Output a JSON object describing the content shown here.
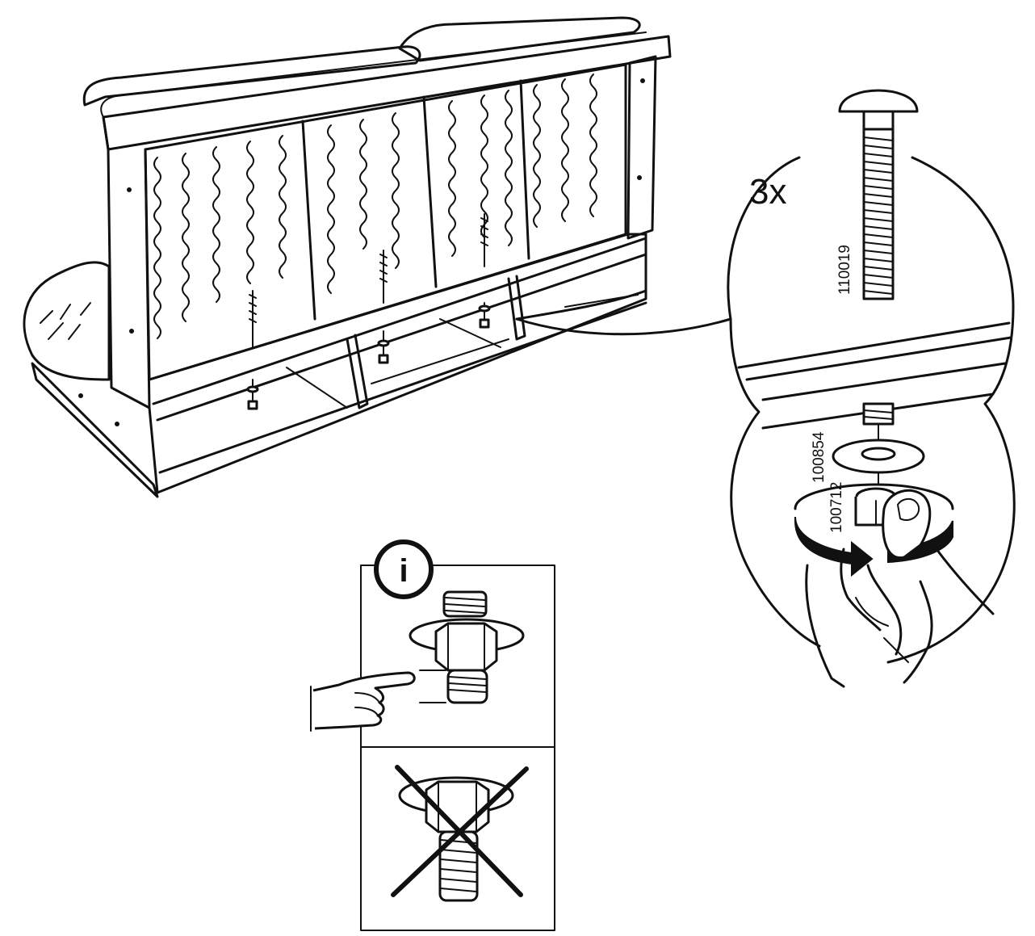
{
  "callout": {
    "quantity": "3x",
    "parts": {
      "bolt": "110019",
      "washer": "100854",
      "nut": "100712"
    }
  },
  "info_panel": {
    "symbol": "i"
  },
  "icons": {
    "sofa": "sofa-frame-illustration",
    "bolt": "carriage-bolt-icon",
    "washer": "washer-icon",
    "nut": "hex-nut-icon",
    "rotate": "rotate-arrow-icon",
    "hand": "hand-turning-icon",
    "pointing": "pointing-hand-icon",
    "cross": "cross-mark-icon"
  }
}
